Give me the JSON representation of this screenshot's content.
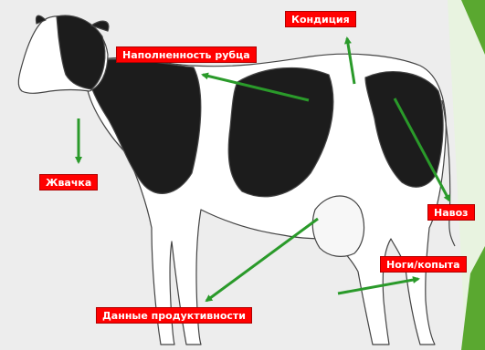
{
  "image": {
    "subject": "cow-illustration",
    "background_color": "#ededed",
    "accent_color": "#ff0000",
    "arrow_color": "#2a9a2a"
  },
  "labels": {
    "condition": "Кондиция",
    "rumen_fill": "Наполненность рубца",
    "rumination": "Жвачка",
    "manure": "Навоз",
    "legs_hooves": "Ноги/копыта",
    "productivity": "Данные продуктивности"
  }
}
